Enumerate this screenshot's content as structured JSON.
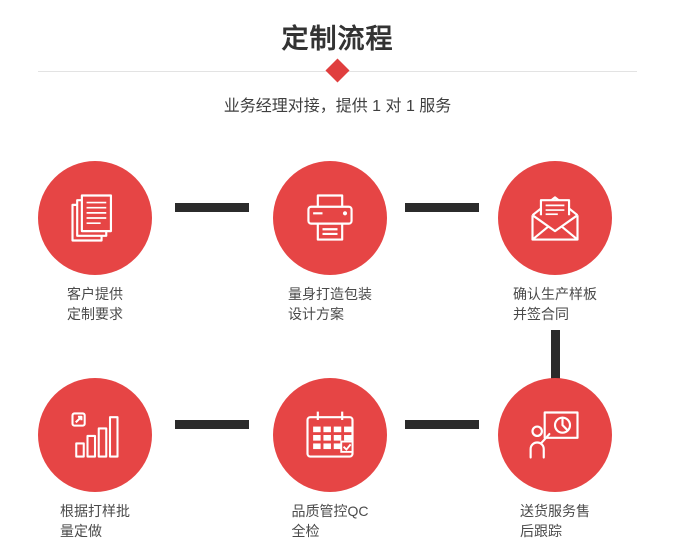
{
  "header": {
    "title": "定制流程",
    "subtitle": "业务经理对接，提供 1 对 1 服务"
  },
  "colors": {
    "accent_red": "#e64545",
    "diamond_red": "#e03e3e",
    "connector_dark": "#2b2b2b",
    "title_text": "#333333",
    "label_text": "#4a4a4a",
    "divider_gray": "#e3e3e3"
  },
  "steps": [
    {
      "icon": "documents-icon",
      "line1": "客户提供",
      "line2": "定制要求"
    },
    {
      "icon": "printer-icon",
      "line1": "量身打造包装",
      "line2": "设计方案"
    },
    {
      "icon": "open-envelope-icon",
      "line1": "确认生产样板",
      "line2": "并签合同"
    },
    {
      "icon": "bar-chart-icon",
      "line1": "根据打样批",
      "line2": "量定做"
    },
    {
      "icon": "calendar-icon",
      "line1": "品质管控QC",
      "line2": "全检"
    },
    {
      "icon": "presentation-icon",
      "line1": "送货服务售",
      "line2": "后跟踪"
    }
  ]
}
